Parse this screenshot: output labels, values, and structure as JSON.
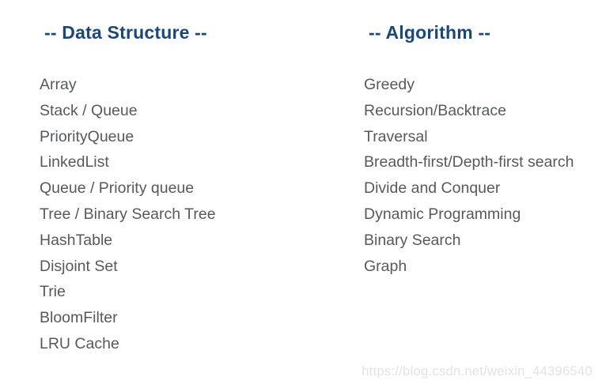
{
  "colors": {
    "background": "#ffffff",
    "header_text": "#17497e",
    "list_text": "#58595b",
    "watermark_text": "#e3e3e3"
  },
  "columns": [
    {
      "header": "-- Data Structure --",
      "items": [
        "Array",
        "Stack / Queue",
        "PriorityQueue",
        "LinkedList",
        "Queue / Priority queue",
        "Tree / Binary Search Tree",
        "HashTable",
        "Disjoint Set",
        "Trie",
        "BloomFilter",
        "LRU Cache"
      ]
    },
    {
      "header": "-- Algorithm --",
      "items": [
        "Greedy",
        "Recursion/Backtrace",
        "Traversal",
        "Breadth-first/Depth-first search",
        "Divide and Conquer",
        "Dynamic Programming",
        "Binary Search",
        "Graph"
      ]
    }
  ],
  "watermark": "https://blog.csdn.net/weixin_44396540"
}
